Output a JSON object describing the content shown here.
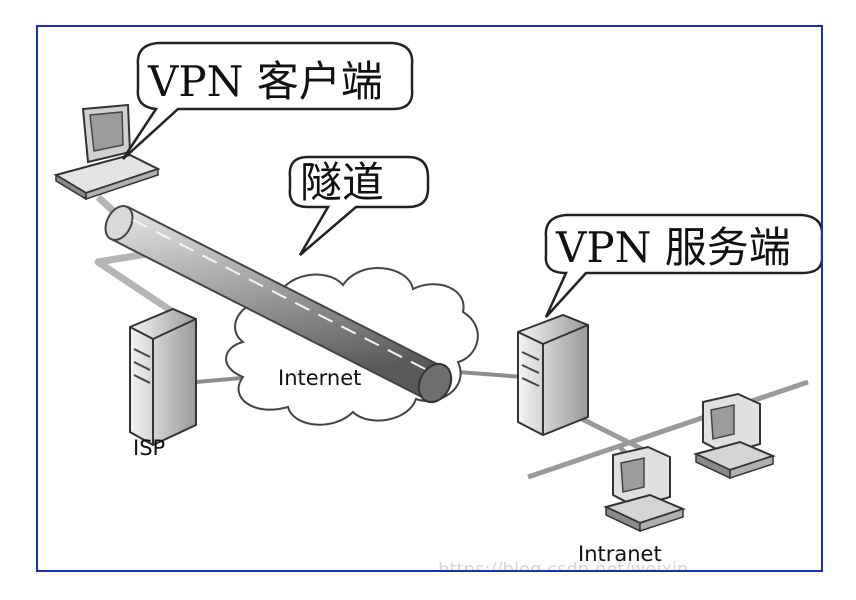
{
  "diagram": {
    "border_color": "#1a2fb5",
    "labels": {
      "vpn_client": "VPN 客户端",
      "tunnel": "隧道",
      "vpn_server": "VPN 服务端",
      "internet": "Internet",
      "isp": "ISP",
      "intranet": "Intranet"
    },
    "watermark": "https://blog.csdn.net/weixin"
  }
}
